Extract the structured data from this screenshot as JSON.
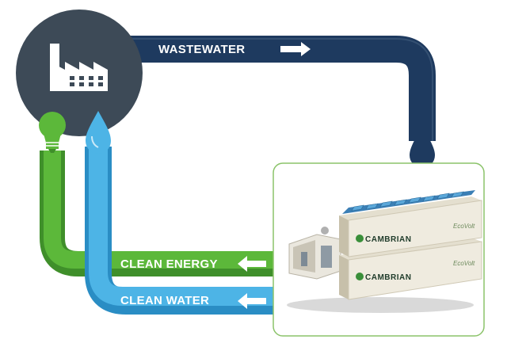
{
  "flows": {
    "wastewater": {
      "label": "WASTEWATER",
      "color": "#1e3a5f"
    },
    "clean_energy": {
      "label": "CLEAN ENERGY",
      "color": "#5cb83a"
    },
    "clean_water": {
      "label": "CLEAN WATER",
      "color": "#4db4e6"
    }
  },
  "factory": {
    "icon": "factory-icon",
    "circle_color": "#3d4a57"
  },
  "icons": {
    "energy": "lightbulb-icon",
    "water": "water-drop-icon",
    "arrow": "arrow-icon"
  },
  "system": {
    "brand": "CAMBRIAN",
    "product": "EcoVolt",
    "frame_color": "#8bc36a"
  }
}
